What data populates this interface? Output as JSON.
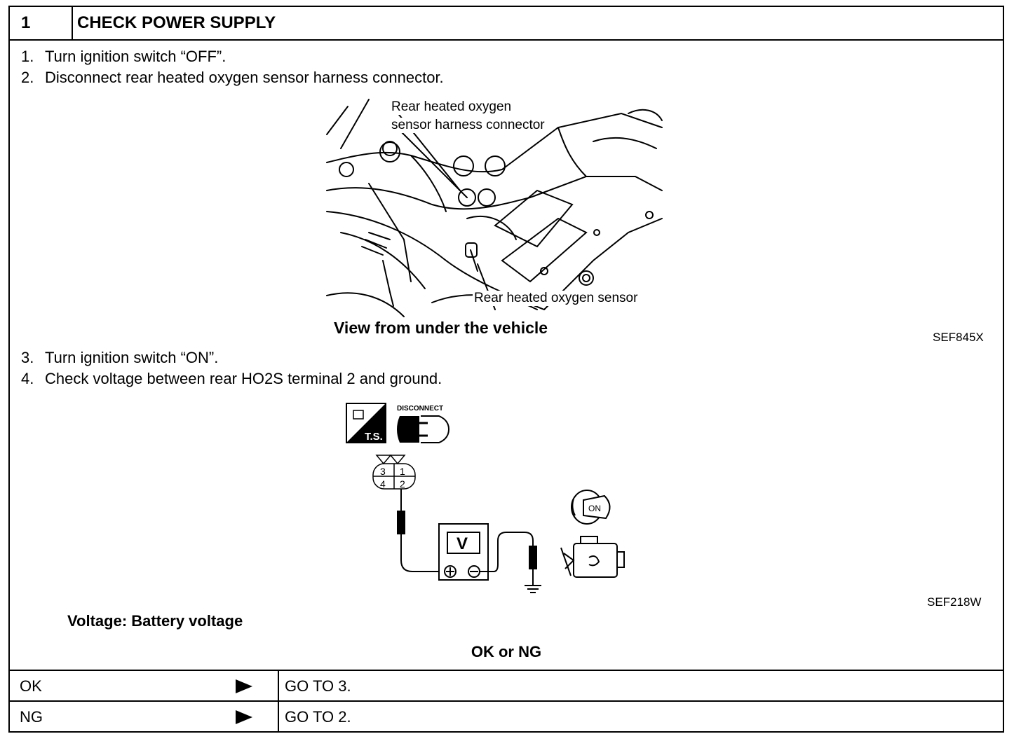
{
  "header": {
    "number": "1",
    "title": "CHECK POWER SUPPLY"
  },
  "steps_before": [
    {
      "num": "1.",
      "text": "Turn ignition switch “OFF”."
    },
    {
      "num": "2.",
      "text": "Disconnect rear heated oxygen sensor harness connector."
    }
  ],
  "figure1": {
    "label_connector_line1": "Rear heated oxygen",
    "label_connector_line2": "sensor harness connector",
    "label_sensor": "Rear heated oxygen sensor",
    "caption": "View from under the vehicle",
    "code": "SEF845X"
  },
  "steps_after": [
    {
      "num": "3.",
      "text": "Turn ignition switch “ON”."
    },
    {
      "num": "4.",
      "text": "Check voltage between rear HO2S terminal 2 and ground."
    }
  ],
  "figure2": {
    "ts_label": "T.S.",
    "disconnect_label": "DISCONNECT",
    "terminals": [
      "3",
      "1",
      "4",
      "2"
    ],
    "meter_label": "V",
    "key_label": "ON",
    "code": "SEF218W"
  },
  "spec": "Voltage: Battery voltage",
  "decision_title": "OK or NG",
  "results": [
    {
      "key": "OK",
      "action": "GO TO 3."
    },
    {
      "key": "NG",
      "action": "GO TO 2."
    }
  ]
}
